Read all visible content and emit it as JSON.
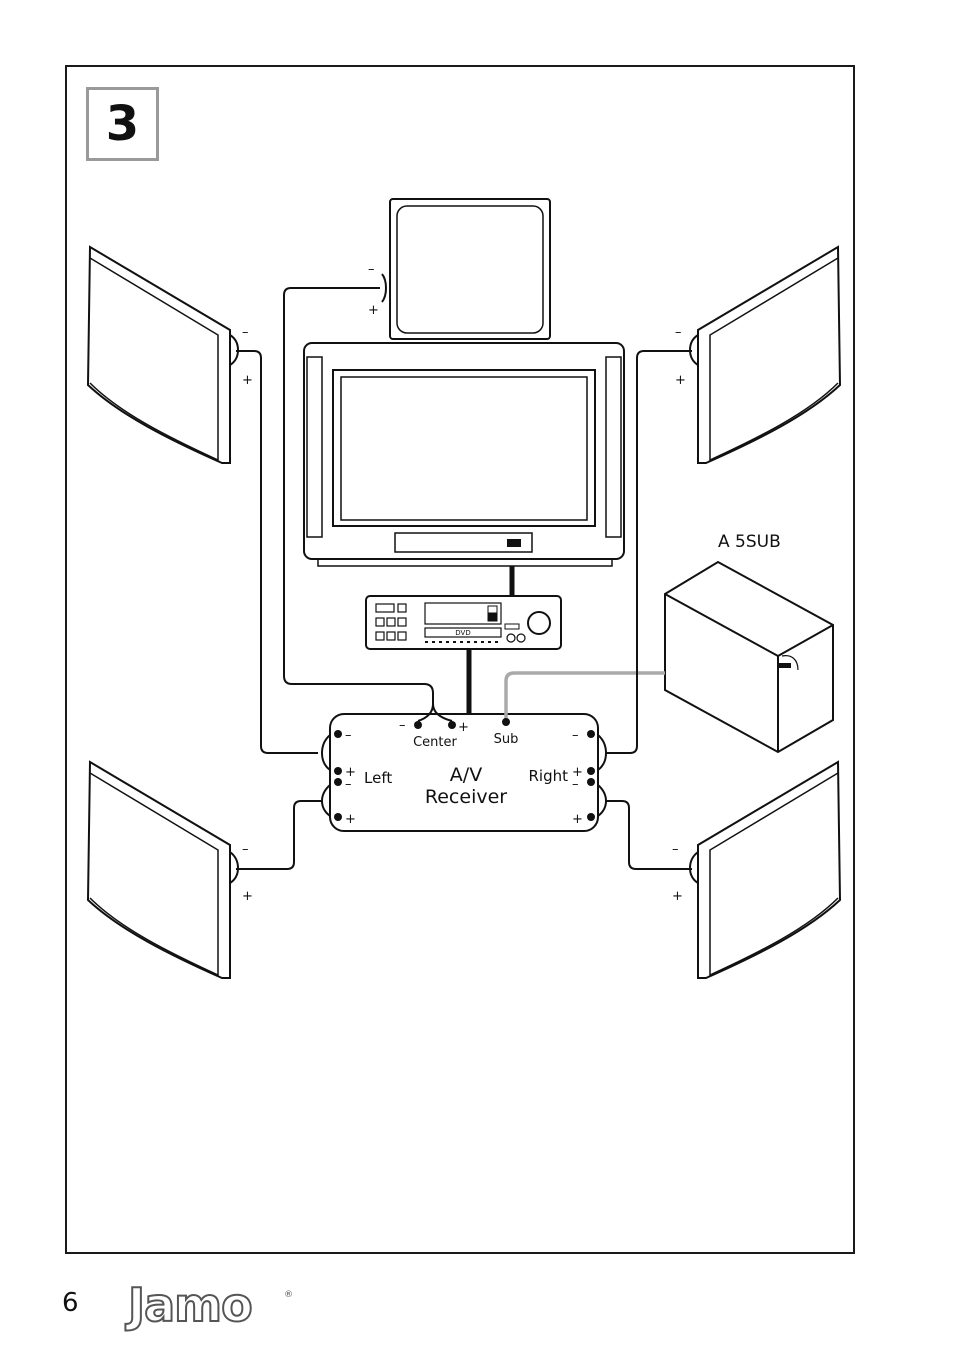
{
  "step_number": "3",
  "labels": {
    "subwoofer_model": "A 5SUB",
    "receiver_line1": "A/V",
    "receiver_line2": "Receiver",
    "left": "Left",
    "right": "Right",
    "center": "Center",
    "sub": "Sub",
    "dvd": "DVD",
    "plus": "+",
    "minus": "–"
  },
  "footer": {
    "page_number": "6",
    "logo_text": "Jamo",
    "logo_registered": "®"
  }
}
